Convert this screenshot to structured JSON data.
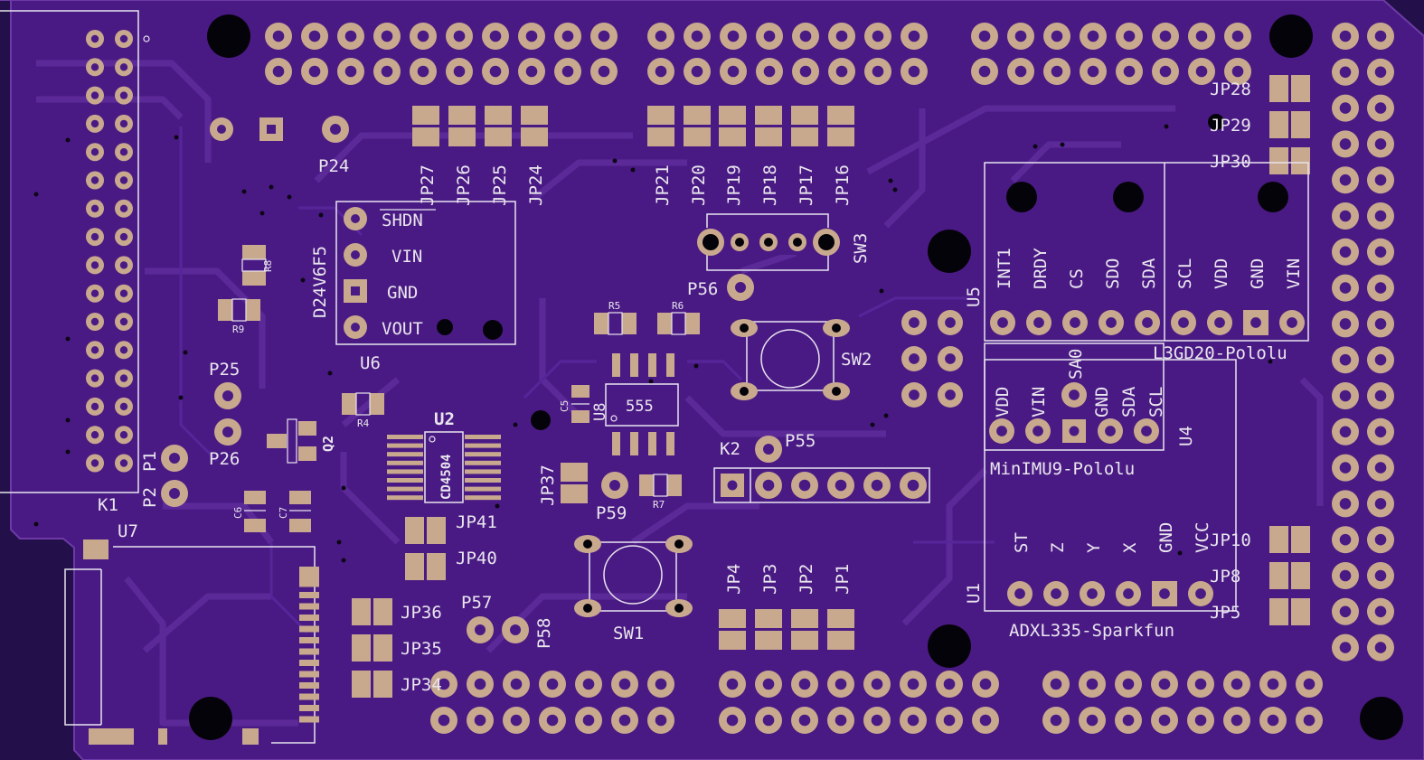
{
  "title": "PCB layout",
  "colors": {
    "board": "#4a1a84",
    "board_edge": "#5a2796",
    "trace": "#5b2a98",
    "copper": "#c9a98e",
    "silk": "#e8e4ee",
    "hole": "#05030a",
    "outline": "#b59ad9"
  },
  "labels": {
    "k1": "K1",
    "p1": "P1",
    "p2": "P2",
    "p24": "P24",
    "p25": "P25",
    "p26": "P26",
    "p55": "P55",
    "p56": "P56",
    "p57": "P57",
    "p58": "P58",
    "p59": "P59",
    "u1": "U1",
    "u2": "U2",
    "u4": "U4",
    "u5": "U5",
    "u6": "U6",
    "u7": "U7",
    "u8": "U8",
    "q2": "Q2",
    "k2": "K2",
    "sw1": "SW1",
    "sw2": "SW2",
    "sw3": "SW3",
    "r4": "R4",
    "r5": "R5",
    "r6": "R6",
    "r7": "R7",
    "r8": "R8",
    "r9": "R9",
    "c5": "C5",
    "c6": "C6",
    "c7": "C7",
    "d24v6f5": "D24V6F5",
    "ic555": "555",
    "cd4504": "CD4504",
    "jp_top_left": [
      "JP27",
      "JP26",
      "JP25",
      "JP24"
    ],
    "jp_top_mid": [
      "JP21",
      "JP20",
      "JP19",
      "JP18",
      "JP17",
      "JP16"
    ],
    "jp_bottom_mid": [
      "JP4",
      "JP3",
      "JP2",
      "JP1"
    ],
    "jp_right_top": [
      "JP28",
      "JP29",
      "JP30"
    ],
    "jp_right_bottom": [
      "JP10",
      "JP8",
      "JP5"
    ],
    "jp_left_low": [
      "JP36",
      "JP35",
      "JP34"
    ],
    "jp37": "JP37",
    "jp41": "JP41",
    "jp40": "JP40",
    "u6_pins": [
      "SHDN",
      "VIN",
      "GND",
      "VOUT"
    ],
    "u5_pins": [
      "INT1",
      "DRDY",
      "CS",
      "SDO",
      "SDA",
      "SCL",
      "VDD",
      "GND",
      "VIN"
    ],
    "u5_name": "L3GD20-Pololu",
    "u4_pins": [
      "VDD",
      "VIN",
      "SA0",
      "GND",
      "SDA",
      "SCL"
    ],
    "u4_name": "MinIMU9-Pololu",
    "u1_pins": [
      "ST",
      "Z",
      "Y",
      "X",
      "GND",
      "VCC"
    ],
    "u1_name": "ADXL335-Sparkfun"
  }
}
